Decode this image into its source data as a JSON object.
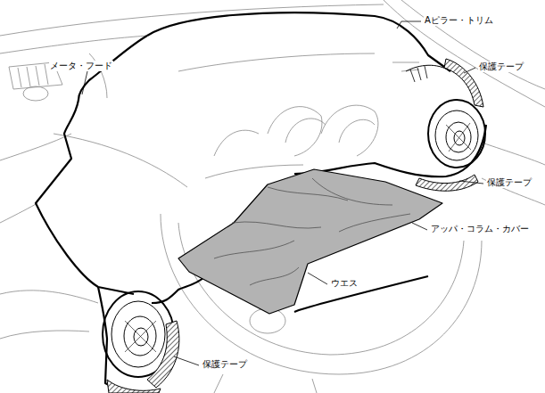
{
  "diagram": {
    "labels": [
      "Aピラー・トリム",
      "メータ・フード",
      "保護テープ",
      "保護テープ",
      "アッパ・コラム・カバー",
      "ウエス",
      "保護テープ"
    ]
  }
}
